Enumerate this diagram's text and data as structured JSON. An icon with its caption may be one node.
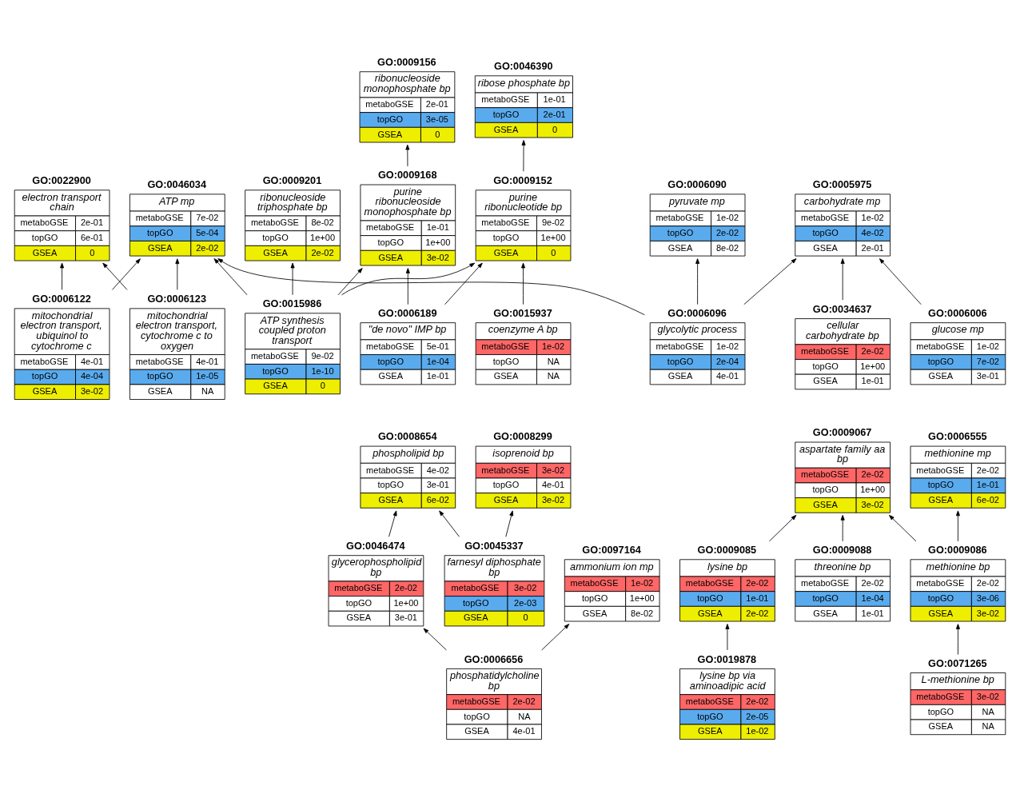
{
  "diagram": {
    "nodes": [
      {
        "text": [
          "GO:0046034",
          "ATP mp",
          "metaboGSE",
          "7e-02",
          "topGO",
          "5e-04",
          "GSEA",
          "2e-02"
        ]
      },
      {
        "text": [
          "GO:0022900",
          "electron transport chain",
          "metaboGSE",
          "2e-01",
          "topGO",
          "6e-01",
          "GSEA",
          "0"
        ]
      },
      {
        "text": [
          "GO:0009156",
          "ribonucleoside monophosphate bp",
          "metaboGSE",
          "2e-01",
          "topGO",
          "3e-05",
          "GSEA",
          "0"
        ]
      },
      {
        "text": [
          "GO:0046390",
          "ribose phosphate bp",
          "metaboGSE",
          "1e-01",
          "topGO",
          "2e-01",
          "GSEA",
          "0"
        ]
      },
      {
        "text": [
          "GO:0005975",
          "carbohydrate mp",
          "metaboGSE",
          "1e-02",
          "topGO",
          "4e-02",
          "GSEA",
          "2e-01"
        ]
      },
      {
        "text": [
          "GO:0006090",
          "pyruvate mp",
          "metaboGSE",
          "1e-02",
          "topGO",
          "2e-02",
          "GSEA",
          "8e-02"
        ]
      },
      {
        "text": [
          "GO:0009201",
          "ribonucleoside triphosphate bp",
          "metaboGSE",
          "8e-02",
          "topGO",
          "1e+00",
          "GSEA",
          "2e-02"
        ]
      },
      {
        "text": [
          "GO:0009168",
          "purine ribonucleoside monophosphate bp",
          "metaboGSE",
          "1e-01",
          "topGO",
          "1e+00",
          "GSEA",
          "3e-02"
        ]
      },
      {
        "text": [
          "GO:0009152",
          "purine ribonucleotide bp",
          "metaboGSE",
          "9e-02",
          "topGO",
          "1e+00",
          "GSEA",
          "0"
        ]
      },
      {
        "text": [
          "GO:0006122",
          "mitochondrial electron transport, ubiquinol to cytochrome c",
          "metaboGSE",
          "4e-01",
          "topGO",
          "4e-04",
          "GSEA",
          "3e-02"
        ]
      },
      {
        "text": [
          "GO:0006123",
          "mitochondrial electron transport, cytochrome c to oxygen",
          "metaboGSE",
          "4e-01",
          "topGO",
          "1e-05",
          "GSEA",
          "NA"
        ]
      },
      {
        "text": [
          "GO:0034637",
          "cellular carbohydrate bp",
          "metaboGSE",
          "2e-02",
          "topGO",
          "1e+00",
          "GSEA",
          "1e-01"
        ]
      },
      {
        "text": [
          "GO:0015986",
          "ATP synthesis coupled proton transport",
          "metaboGSE",
          "9e-02",
          "topGO",
          "1e-10",
          "GSEA",
          "0"
        ]
      },
      {
        "text": [
          "GO:0006006",
          "glucose mp",
          "metaboGSE",
          "1e-02",
          "topGO",
          "7e-02",
          "GSEA",
          "3e-01"
        ]
      },
      {
        "text": [
          "GO:0006096",
          "glycolytic process",
          "metaboGSE",
          "1e-02",
          "topGO",
          "2e-04",
          "GSEA",
          "4e-01"
        ]
      },
      {
        "text": [
          "GO:0006189",
          "\"de novo\" IMP bp",
          "metaboGSE",
          "5e-01",
          "topGO",
          "1e-04",
          "GSEA",
          "1e-01"
        ]
      },
      {
        "text": [
          "GO:0015937",
          "coenzyme A bp",
          "metaboGSE",
          "1e-02",
          "topGO",
          "NA",
          "GSEA",
          "NA"
        ]
      },
      {
        "text": [
          "GO:0009067",
          "aspartate family aa bp",
          "metaboGSE",
          "2e-02",
          "topGO",
          "1e+00",
          "GSEA",
          "3e-02"
        ]
      },
      {
        "text": [
          "GO:0006555",
          "methionine mp",
          "metaboGSE",
          "2e-02",
          "topGO",
          "1e-01",
          "GSEA",
          "6e-02"
        ]
      },
      {
        "text": [
          "GO:0008654",
          "phospholipid bp",
          "metaboGSE",
          "4e-02",
          "topGO",
          "3e-01",
          "GSEA",
          "6e-02"
        ]
      },
      {
        "text": [
          "GO:0008299",
          "isoprenoid bp",
          "metaboGSE",
          "3e-02",
          "topGO",
          "4e-01",
          "GSEA",
          "3e-02"
        ]
      },
      {
        "text": [
          "GO:0046474",
          "glycerophospholipid bp",
          "metaboGSE",
          "2e-02",
          "topGO",
          "1e+00",
          "GSEA",
          "3e-01"
        ]
      },
      {
        "text": [
          "GO:0045337",
          "farnesyl diphosphate bp",
          "metaboGSE",
          "3e-02",
          "topGO",
          "2e-03",
          "GSEA",
          "0"
        ]
      },
      {
        "text": [
          "GO:0009085",
          "lysine bp",
          "metaboGSE",
          "2e-02",
          "topGO",
          "1e-01",
          "GSEA",
          "2e-02"
        ]
      },
      {
        "text": [
          "GO:0009088",
          "threonine bp",
          "metaboGSE",
          "2e-02",
          "topGO",
          "1e-04",
          "GSEA",
          "1e-01"
        ]
      },
      {
        "text": [
          "GO:0009086",
          "methionine bp",
          "metaboGSE",
          "2e-02",
          "topGO",
          "3e-06",
          "GSEA",
          "3e-02"
        ]
      },
      {
        "text": [
          "GO:0097164",
          "ammonium ion mp",
          "metaboGSE",
          "1e-02",
          "topGO",
          "1e+00",
          "GSEA",
          "8e-02"
        ]
      },
      {
        "text": [
          "GO:0019878",
          "lysine bp via aminoadipic acid",
          "metaboGSE",
          "2e-02",
          "topGO",
          "2e-05",
          "GSEA",
          "1e-02"
        ]
      },
      {
        "text": [
          "GO:0071265",
          "L-methionine bp",
          "metaboGSE",
          "3e-02",
          "topGO",
          "NA",
          "GSEA",
          "NA"
        ]
      },
      {
        "text": [
          "GO:0006656",
          "phosphatidylcholine bp",
          "metaboGSE",
          "2e-02",
          "topGO",
          "NA",
          "GSEA",
          "4e-01"
        ]
      }
    ],
    "edges": [
      {
        "from": 11,
        "to": 4,
        "arrow": "to"
      },
      {
        "from": 13,
        "to": 4,
        "arrow": "to"
      },
      {
        "from": 14,
        "to": 4,
        "arrow": "to"
      },
      {
        "from": 14,
        "to": 5,
        "arrow": "to"
      },
      {
        "from": 14,
        "to": 0,
        "arrow": "to"
      },
      {
        "from": 9,
        "to": 0,
        "arrow": "to"
      },
      {
        "from": 9,
        "to": 1,
        "arrow": "to"
      },
      {
        "from": 10,
        "to": 0,
        "arrow": "to"
      },
      {
        "from": 10,
        "to": 1,
        "arrow": "to"
      },
      {
        "from": 12,
        "to": 0,
        "arrow": "to"
      },
      {
        "from": 12,
        "to": 6,
        "arrow": "to"
      },
      {
        "from": 12,
        "to": 7,
        "arrow": "to"
      },
      {
        "from": 12,
        "to": 8,
        "arrow": "to"
      },
      {
        "from": 7,
        "to": 2,
        "arrow": "to"
      },
      {
        "from": 8,
        "to": 3,
        "arrow": "to"
      },
      {
        "from": 15,
        "to": 7,
        "arrow": "to"
      },
      {
        "from": 15,
        "to": 8,
        "arrow": "to"
      },
      {
        "from": 16,
        "to": 8,
        "arrow": "to"
      },
      {
        "from": 23,
        "to": 17,
        "arrow": "to"
      },
      {
        "from": 24,
        "to": 17,
        "arrow": "to"
      },
      {
        "from": 25,
        "to": 17,
        "arrow": "to"
      },
      {
        "from": 25,
        "to": 18,
        "arrow": "to"
      },
      {
        "from": 27,
        "to": 23,
        "arrow": "to"
      },
      {
        "from": 28,
        "to": 25,
        "arrow": "to"
      },
      {
        "from": 21,
        "to": 19,
        "arrow": "to"
      },
      {
        "from": 22,
        "to": 19,
        "arrow": "to"
      },
      {
        "from": 22,
        "to": 20,
        "arrow": "to"
      },
      {
        "from": 29,
        "to": 21,
        "arrow": "to"
      },
      {
        "from": 29,
        "to": 26,
        "arrow": "to"
      }
    ]
  }
}
